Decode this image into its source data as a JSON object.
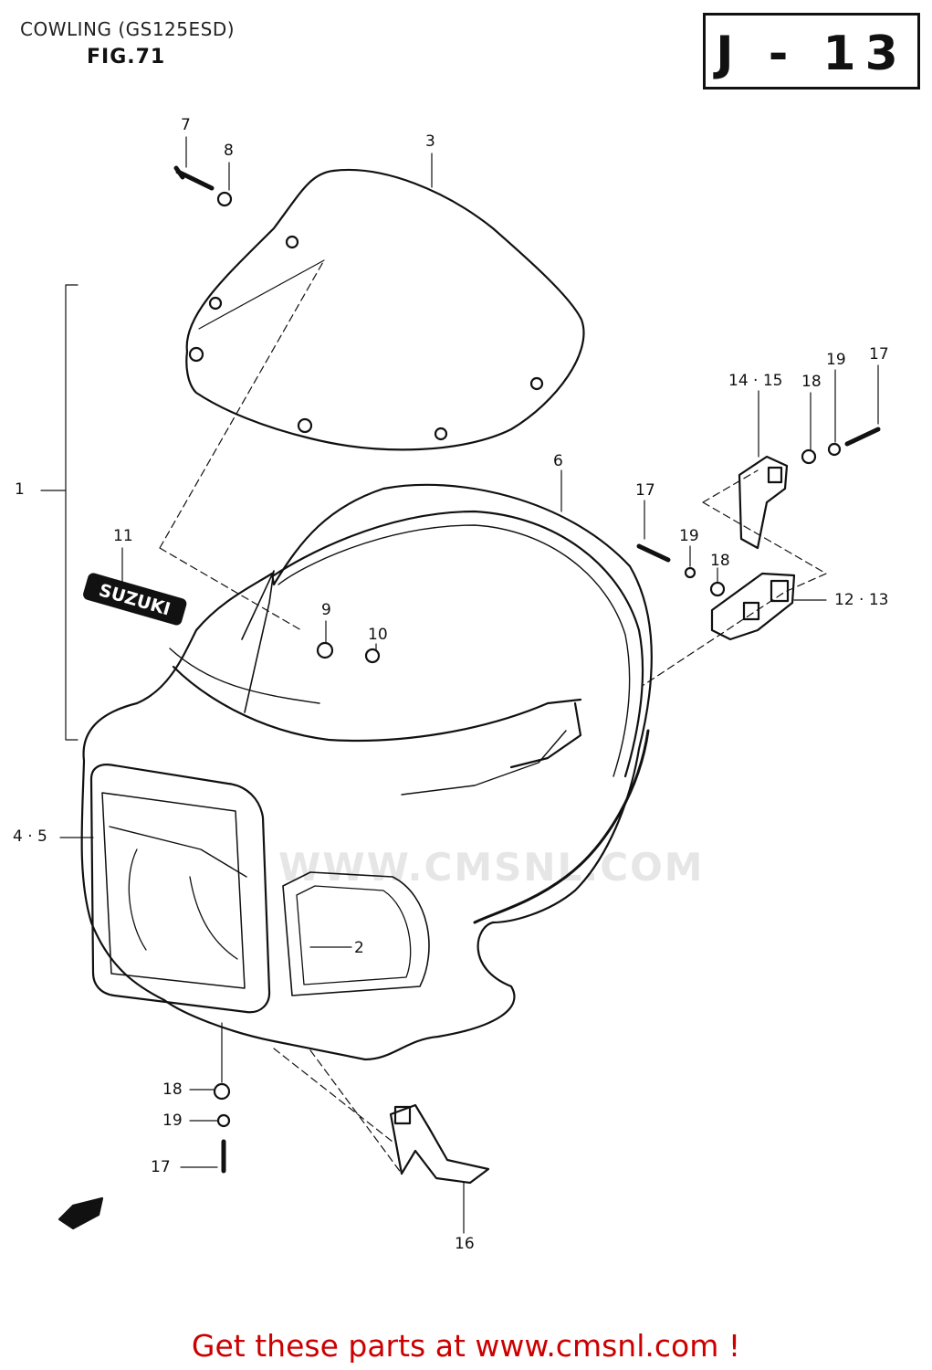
{
  "header": {
    "title": "COWLING (GS125ESD)",
    "figure": "FIG.71",
    "page_code": "J - 13"
  },
  "watermark": "WWW.CMSNL.COM",
  "footer": {
    "link_text": "Get these parts at www.cmsnl.com !"
  },
  "callouts": {
    "c1": "1",
    "c2": "2",
    "c3": "3",
    "c4_5": "4 · 5",
    "c6": "6",
    "c7": "7",
    "c8": "8",
    "c9": "9",
    "c10": "10",
    "c11": "11",
    "c12_13": "12 · 13",
    "c14_15": "14 · 15",
    "c16": "16",
    "c17a": "17",
    "c17b": "17",
    "c17c": "17",
    "c18a": "18",
    "c18b": "18",
    "c18c": "18",
    "c19a": "19",
    "c19b": "19",
    "c19c": "19"
  },
  "emblem_text": "SUZUKI"
}
